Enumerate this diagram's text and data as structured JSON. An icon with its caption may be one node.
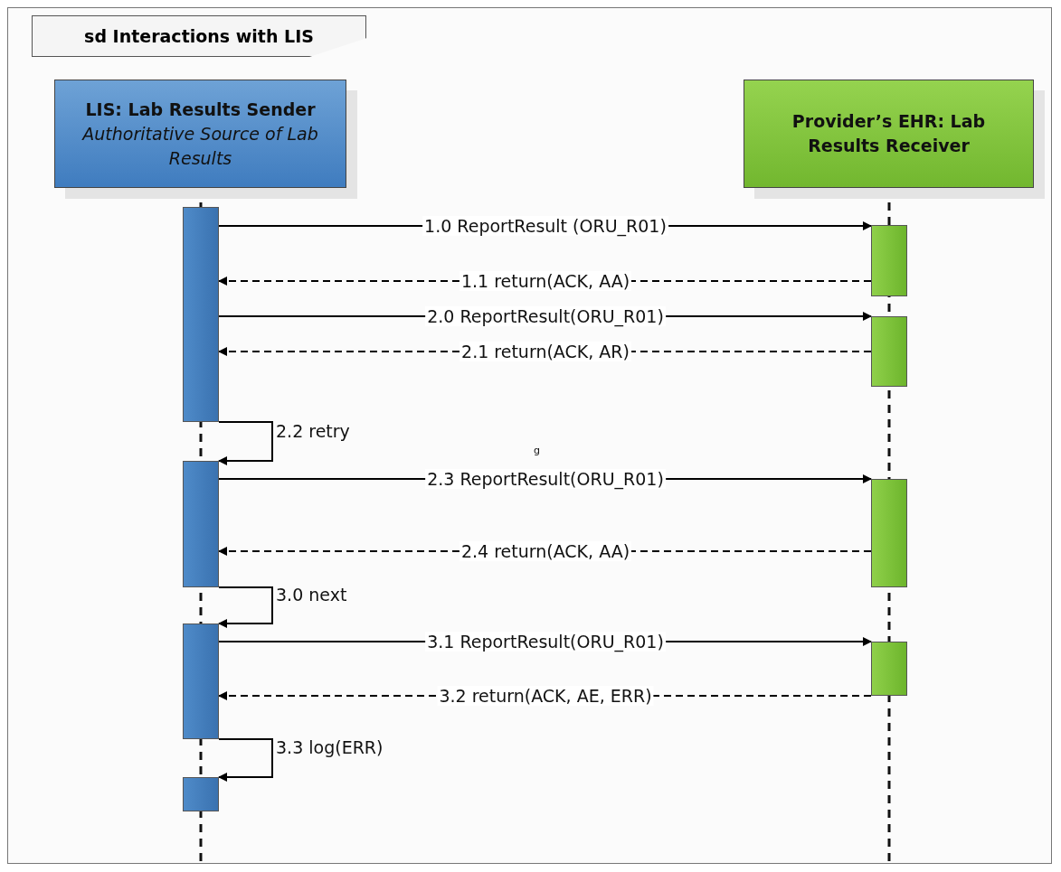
{
  "diagram": {
    "title": "sd Interactions with LIS",
    "nodes": [
      {
        "text": [
          "LIS: Lab Results Sender",
          "Authoritative Source of Lab Results"
        ]
      },
      {
        "text": [
          "Provider’s EHR: Lab Results Receiver"
        ]
      },
      {
        "text": [],
        "shape": "bar"
      },
      {
        "text": [],
        "shape": "bar"
      },
      {
        "text": [],
        "shape": "bar"
      },
      {
        "text": [],
        "shape": "bar"
      },
      {
        "text": [],
        "shape": "bar"
      },
      {
        "text": [],
        "shape": "bar"
      },
      {
        "text": [],
        "shape": "bar"
      },
      {
        "text": [],
        "shape": "bar"
      }
    ],
    "edges": [
      {
        "from": 2,
        "to": 6,
        "arrow": "to",
        "label": "1.0 ReportResult (ORU_R01)"
      },
      {
        "from": 6,
        "to": 2,
        "arrow": "to",
        "label": "1.1 return(ACK, AA)",
        "style": "dashed"
      },
      {
        "from": 2,
        "to": 7,
        "arrow": "to",
        "label": "2.0 ReportResult(ORU_R01)"
      },
      {
        "from": 7,
        "to": 2,
        "arrow": "to",
        "label": "2.1 return(ACK, AR)",
        "style": "dashed"
      },
      {
        "from": 2,
        "to": 3,
        "arrow": "to",
        "label": "2.2 retry"
      },
      {
        "from": 3,
        "to": 8,
        "arrow": "to",
        "label": "2.3 ReportResult(ORU_R01)"
      },
      {
        "from": 8,
        "to": 3,
        "arrow": "to",
        "label": "2.4 return(ACK, AA)",
        "style": "dashed"
      },
      {
        "from": 3,
        "to": 4,
        "arrow": "to",
        "label": "3.0 next"
      },
      {
        "from": 4,
        "to": 9,
        "arrow": "to",
        "label": "3.1 ReportResult(ORU_R01)"
      },
      {
        "from": 9,
        "to": 4,
        "arrow": "to",
        "label": "3.2 return(ACK, AE, ERR)",
        "style": "dashed"
      },
      {
        "from": 4,
        "to": 5,
        "arrow": "to",
        "label": "3.3 log(ERR)"
      }
    ],
    "labels": [
      "g"
    ]
  }
}
